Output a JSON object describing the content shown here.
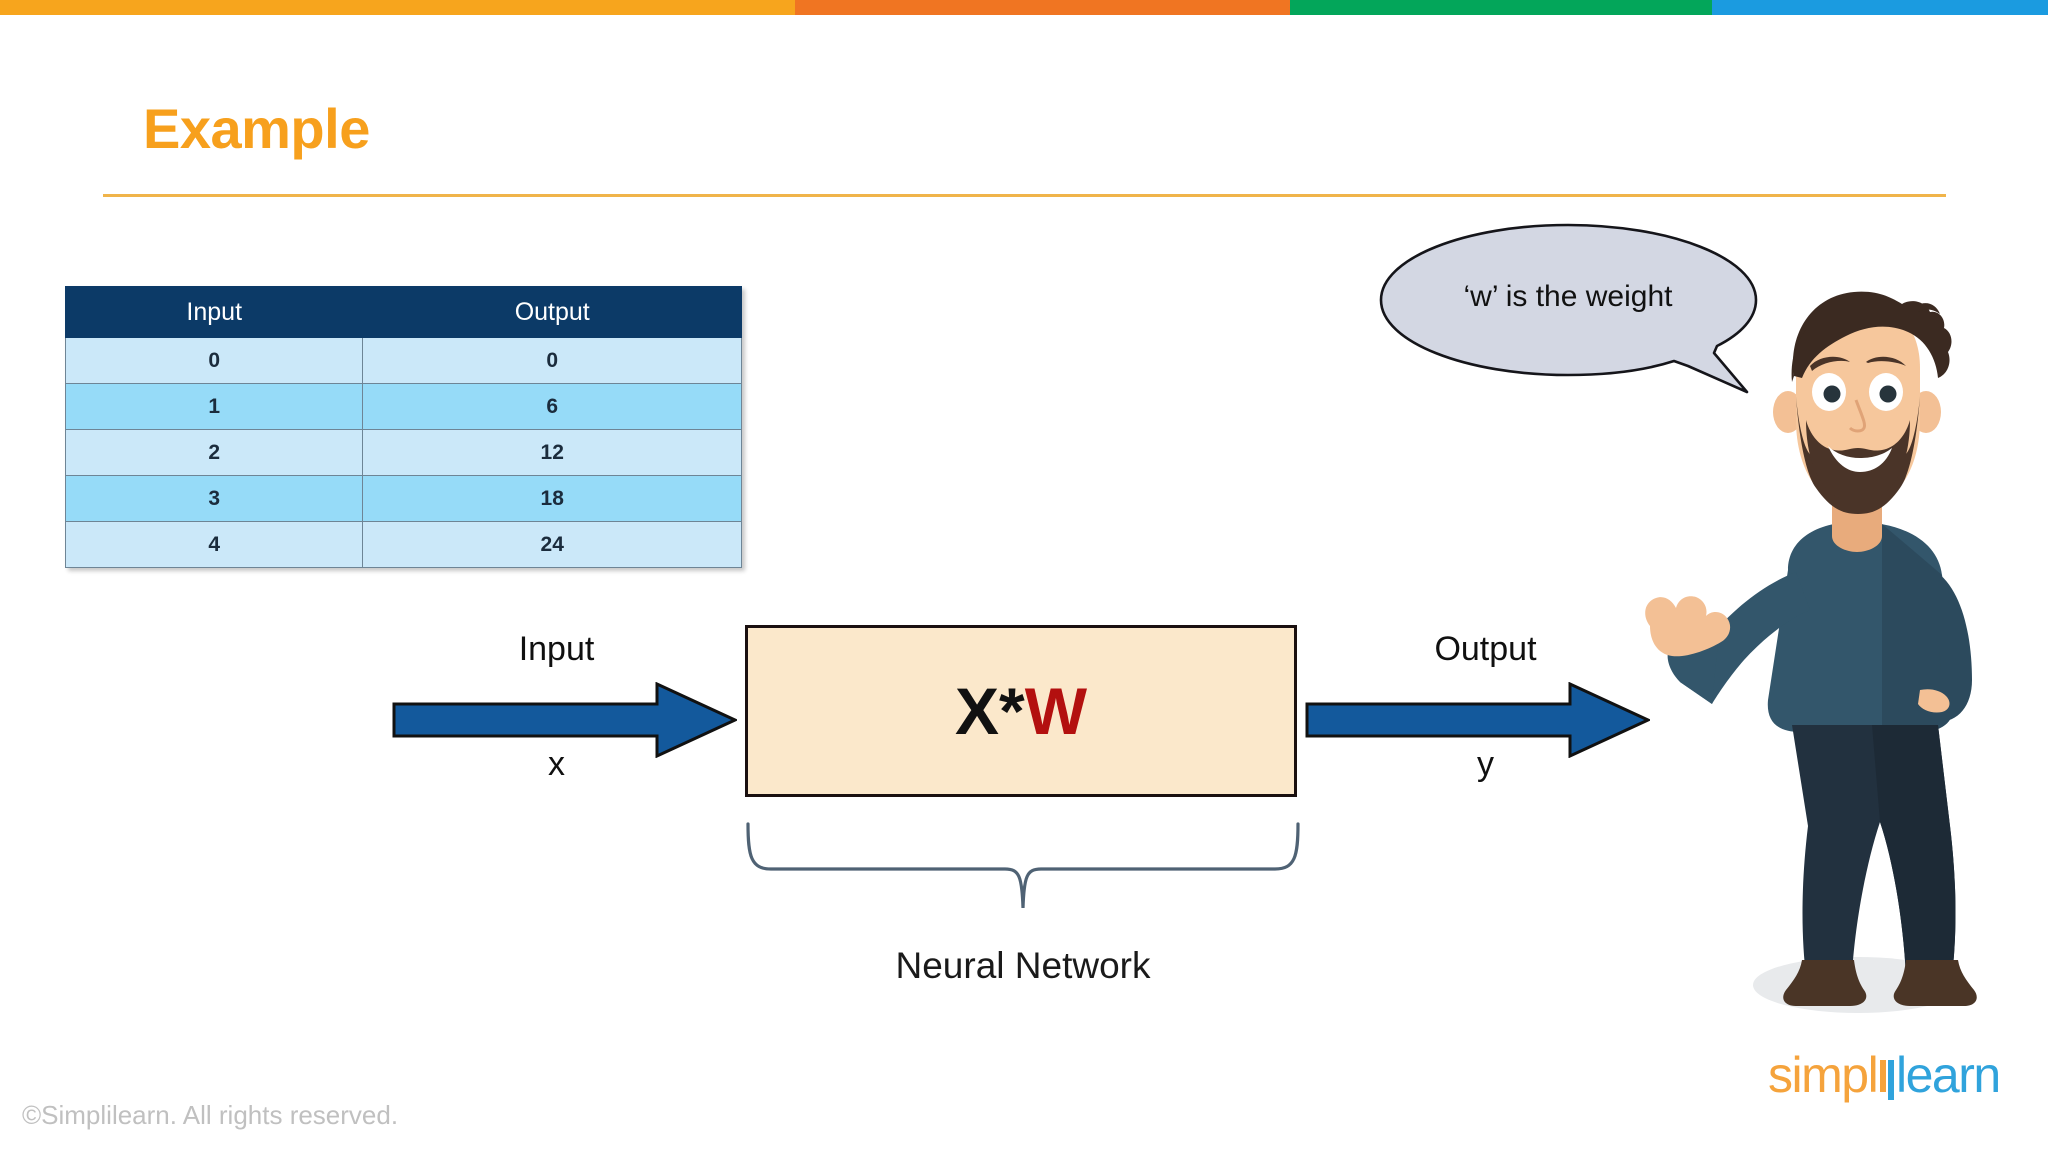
{
  "topbar": {
    "segments": [
      {
        "name": "yellow",
        "color": "#f7a51d"
      },
      {
        "name": "orange",
        "color": "#f07522"
      },
      {
        "name": "green",
        "color": "#03a65a"
      },
      {
        "name": "blue",
        "color": "#1b9be0"
      }
    ]
  },
  "header": {
    "title": "Example",
    "title_color": "#f7a01d",
    "rule_color": "#f0b44a"
  },
  "table": {
    "headers": [
      "Input",
      "Output"
    ],
    "header_bg": "#0c3a67",
    "header_fg": "#ffffff",
    "row_bg_light": "#cbe8f9",
    "row_bg_dark": "#96dbf8",
    "rows": [
      {
        "input": "0",
        "output": "0"
      },
      {
        "input": "1",
        "output": "6"
      },
      {
        "input": "2",
        "output": "12"
      },
      {
        "input": "3",
        "output": "18"
      },
      {
        "input": "4",
        "output": "24"
      }
    ]
  },
  "diagram": {
    "input_arrow": {
      "label_top": "Input",
      "label_bottom": "x",
      "color": "#13599c"
    },
    "output_arrow": {
      "label_top": "Output",
      "label_bottom": "y",
      "color": "#13599c"
    },
    "box": {
      "formula_left": "X*",
      "formula_right": "W",
      "fill": "#fbe8cb",
      "border": "#1a1010",
      "formula_left_color": "#111111",
      "formula_right_color": "#b3100f"
    },
    "brace_caption": "Neural Network",
    "brace_color": "#4f6274"
  },
  "speech_bubble": {
    "text": "‘w’ is the weight",
    "fill": "#d3d7e3",
    "stroke": "#15151a"
  },
  "character": {
    "skin": "#f5c193",
    "hair": "#3b2a21",
    "beard": "#4a3428",
    "sweater": "#33556a",
    "pants": "#22313f",
    "shoes": "#4a3526",
    "shadow": "#e8eaec"
  },
  "footer": {
    "copyright": "©Simplilearn. All rights reserved.",
    "copyright_color": "#c0c0c0",
    "logo": {
      "part_one": "simpl",
      "part_two": "learn",
      "color_one": "#f5a33c",
      "color_two": "#30a3dc"
    }
  }
}
